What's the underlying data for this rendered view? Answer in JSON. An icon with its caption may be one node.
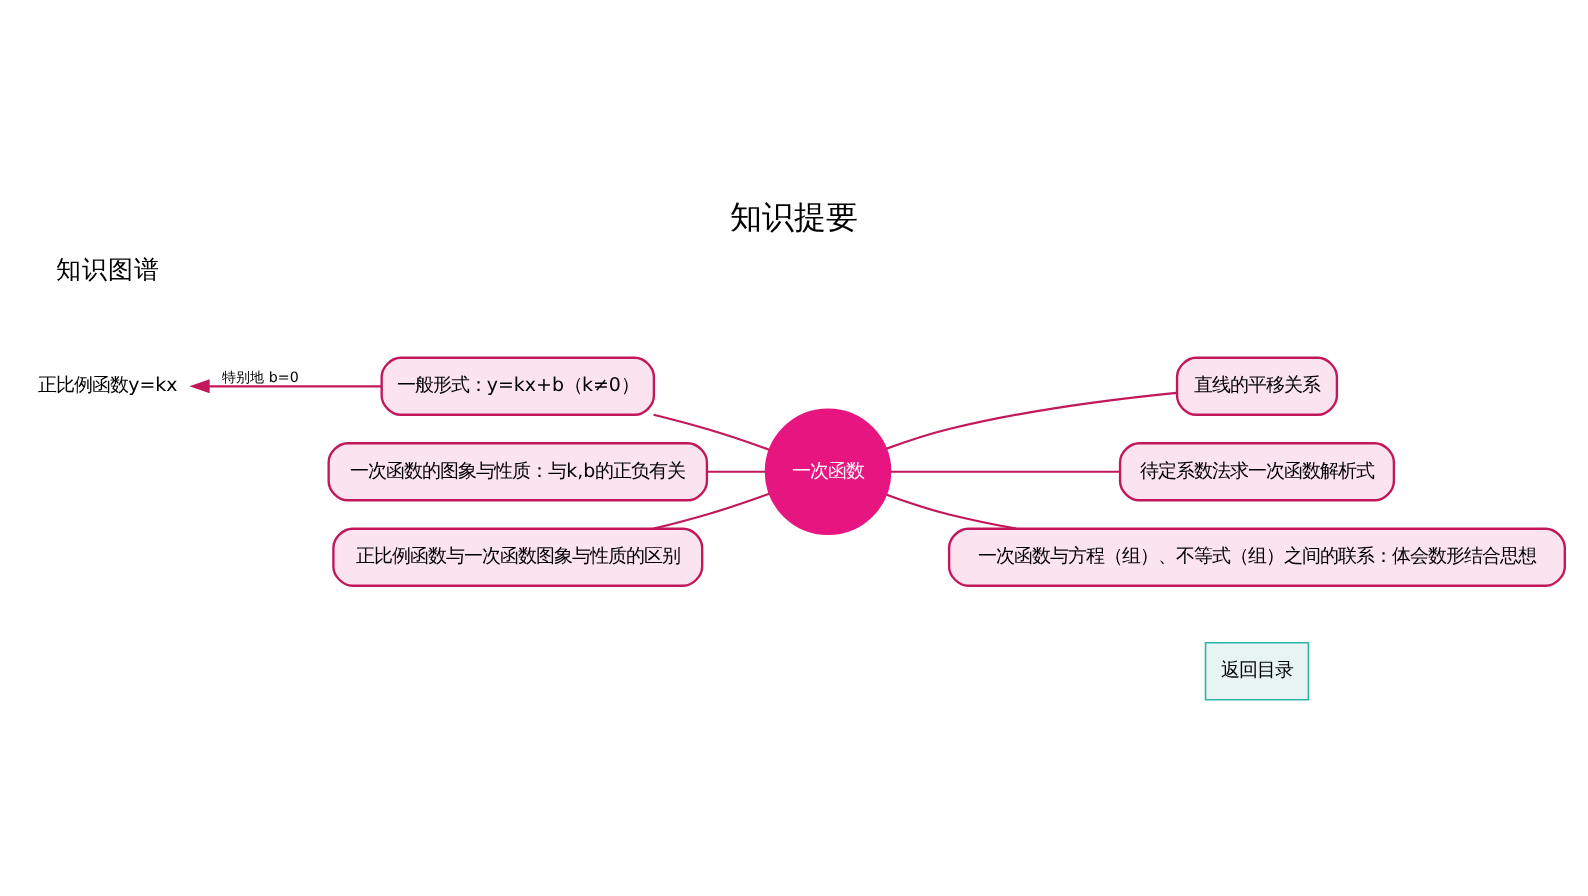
{
  "diagram": {
    "title": "知识提要",
    "nodes": [
      {
        "text": [
          "一次函数"
        ]
      },
      {
        "text": [
          "一般形式：y=kx+b（k≠0）"
        ]
      },
      {
        "text": [
          "一次函数的图象与性质：与k,b的正负有关"
        ]
      },
      {
        "text": [
          "正比例函数与一次函数图象与性质的区别"
        ]
      },
      {
        "text": [
          "直线的平移关系"
        ]
      },
      {
        "text": [
          "待定系数法求一次函数解析式"
        ]
      },
      {
        "text": [
          "一次函数与方程（组）、不等式（组）之间的联系：体会数形结合思想"
        ]
      },
      {
        "text": [
          "正比例函数y=kx"
        ]
      }
    ],
    "edges": [
      {
        "from": 0,
        "to": 1,
        "arrow": "none"
      },
      {
        "from": 0,
        "to": 2,
        "arrow": "none"
      },
      {
        "from": 0,
        "to": 3,
        "arrow": "none"
      },
      {
        "from": 0,
        "to": 4,
        "arrow": "none"
      },
      {
        "from": 0,
        "to": 5,
        "arrow": "none"
      },
      {
        "from": 0,
        "to": 6,
        "arrow": "none"
      },
      {
        "from": 1,
        "to": 7,
        "arrow": "to",
        "label": "特别地 b=0"
      }
    ],
    "labels": [
      "知识图谱",
      "返回目录"
    ]
  }
}
